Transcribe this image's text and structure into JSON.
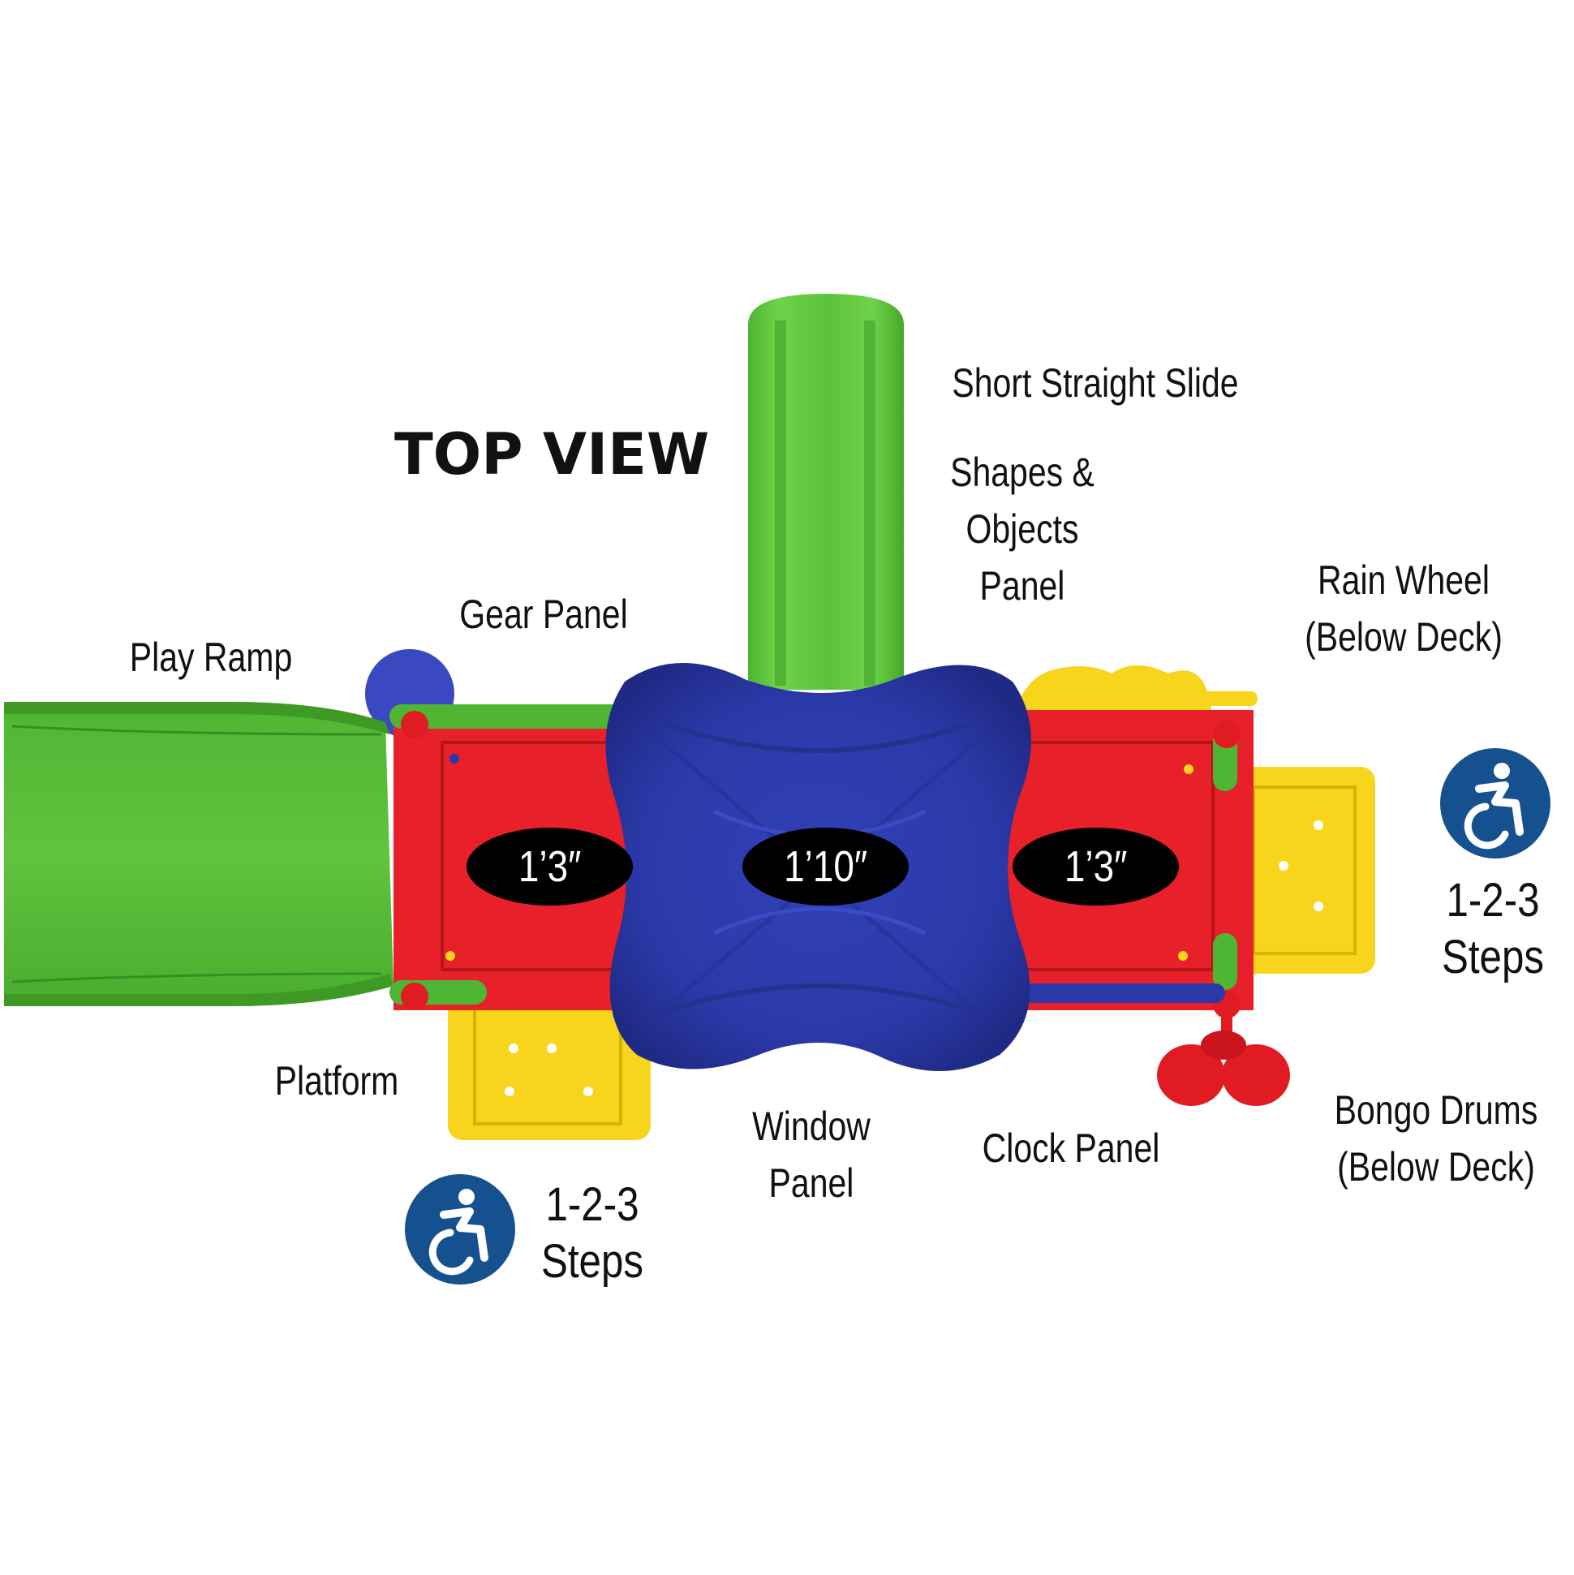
{
  "title": "TOP VIEW",
  "labels": {
    "short_straight_slide": "Short Straight Slide",
    "shapes_objects_panel": [
      "Shapes &",
      "Objects",
      "Panel"
    ],
    "rain_wheel": [
      "Rain Wheel",
      "(Below Deck)"
    ],
    "gear_panel": "Gear Panel",
    "play_ramp": "Play Ramp",
    "platform": "Platform",
    "window_panel": [
      "Window",
      "Panel"
    ],
    "clock_panel": "Clock Panel",
    "bongo_drums": [
      "Bongo Drums",
      "(Below Deck)"
    ]
  },
  "dimensions": {
    "left": "1’3″",
    "center": "1’10″",
    "right": "1’3″"
  },
  "steps": {
    "right": [
      "1-2-3",
      "Steps"
    ],
    "left": [
      "1-2-3",
      "Steps"
    ]
  },
  "icons": {
    "accessibility_right": "accessibility-icon",
    "accessibility_left": "accessibility-icon"
  },
  "colors": {
    "slide_green": "#5cc23a",
    "deck_red": "#e8202a",
    "roof_blue": "#2f3fb4",
    "step_yellow": "#f7d51d",
    "bongo_red": "#e01b22",
    "icon_blue": "#15508f"
  }
}
